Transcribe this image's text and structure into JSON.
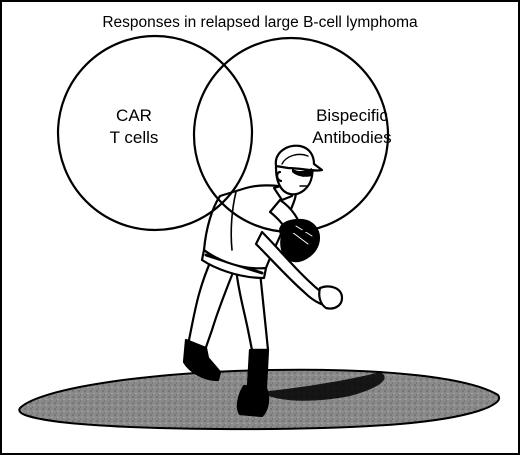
{
  "title": "Responses in relapsed large B-cell lymphoma",
  "circles": [
    {
      "name": "left",
      "lines": [
        "CAR",
        "T cells"
      ]
    },
    {
      "name": "right",
      "lines": [
        "Bispecific",
        "Antibodies"
      ]
    }
  ],
  "colors": {
    "ink": "#000000",
    "paper": "#ffffff",
    "mound": "#7a7a7a"
  },
  "illustration": "baseball-pitcher"
}
